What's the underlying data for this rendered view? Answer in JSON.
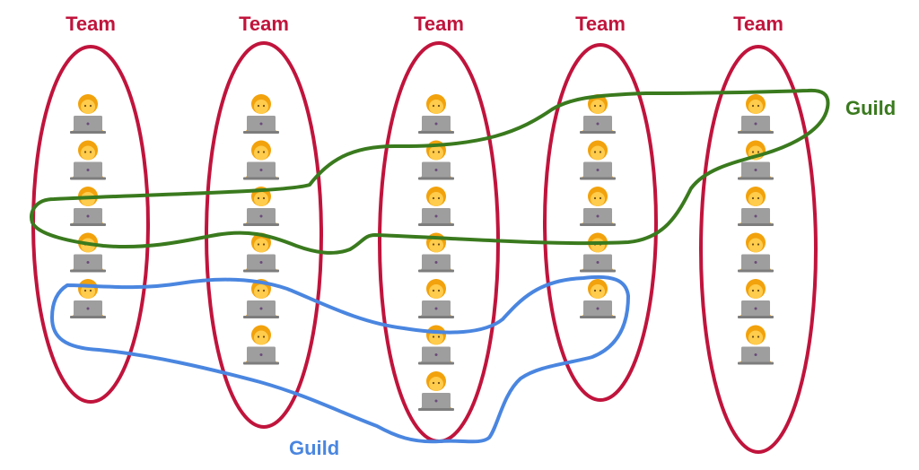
{
  "teams": [
    {
      "label": "Team",
      "members": 5
    },
    {
      "label": "Team",
      "members": 6
    },
    {
      "label": "Team",
      "members": 7
    },
    {
      "label": "Team",
      "members": 5
    },
    {
      "label": "Team",
      "members": 6
    }
  ],
  "guilds": [
    {
      "label": "Guild",
      "color": "#3a7a1e"
    },
    {
      "label": "Guild",
      "color": "#4a86e0"
    }
  ],
  "colors": {
    "team": "#c0143c",
    "hair": "#f2a20c",
    "skin": "#ffcc4d",
    "laptop": "#9e9e9e"
  },
  "icon": "person-at-laptop-icon"
}
